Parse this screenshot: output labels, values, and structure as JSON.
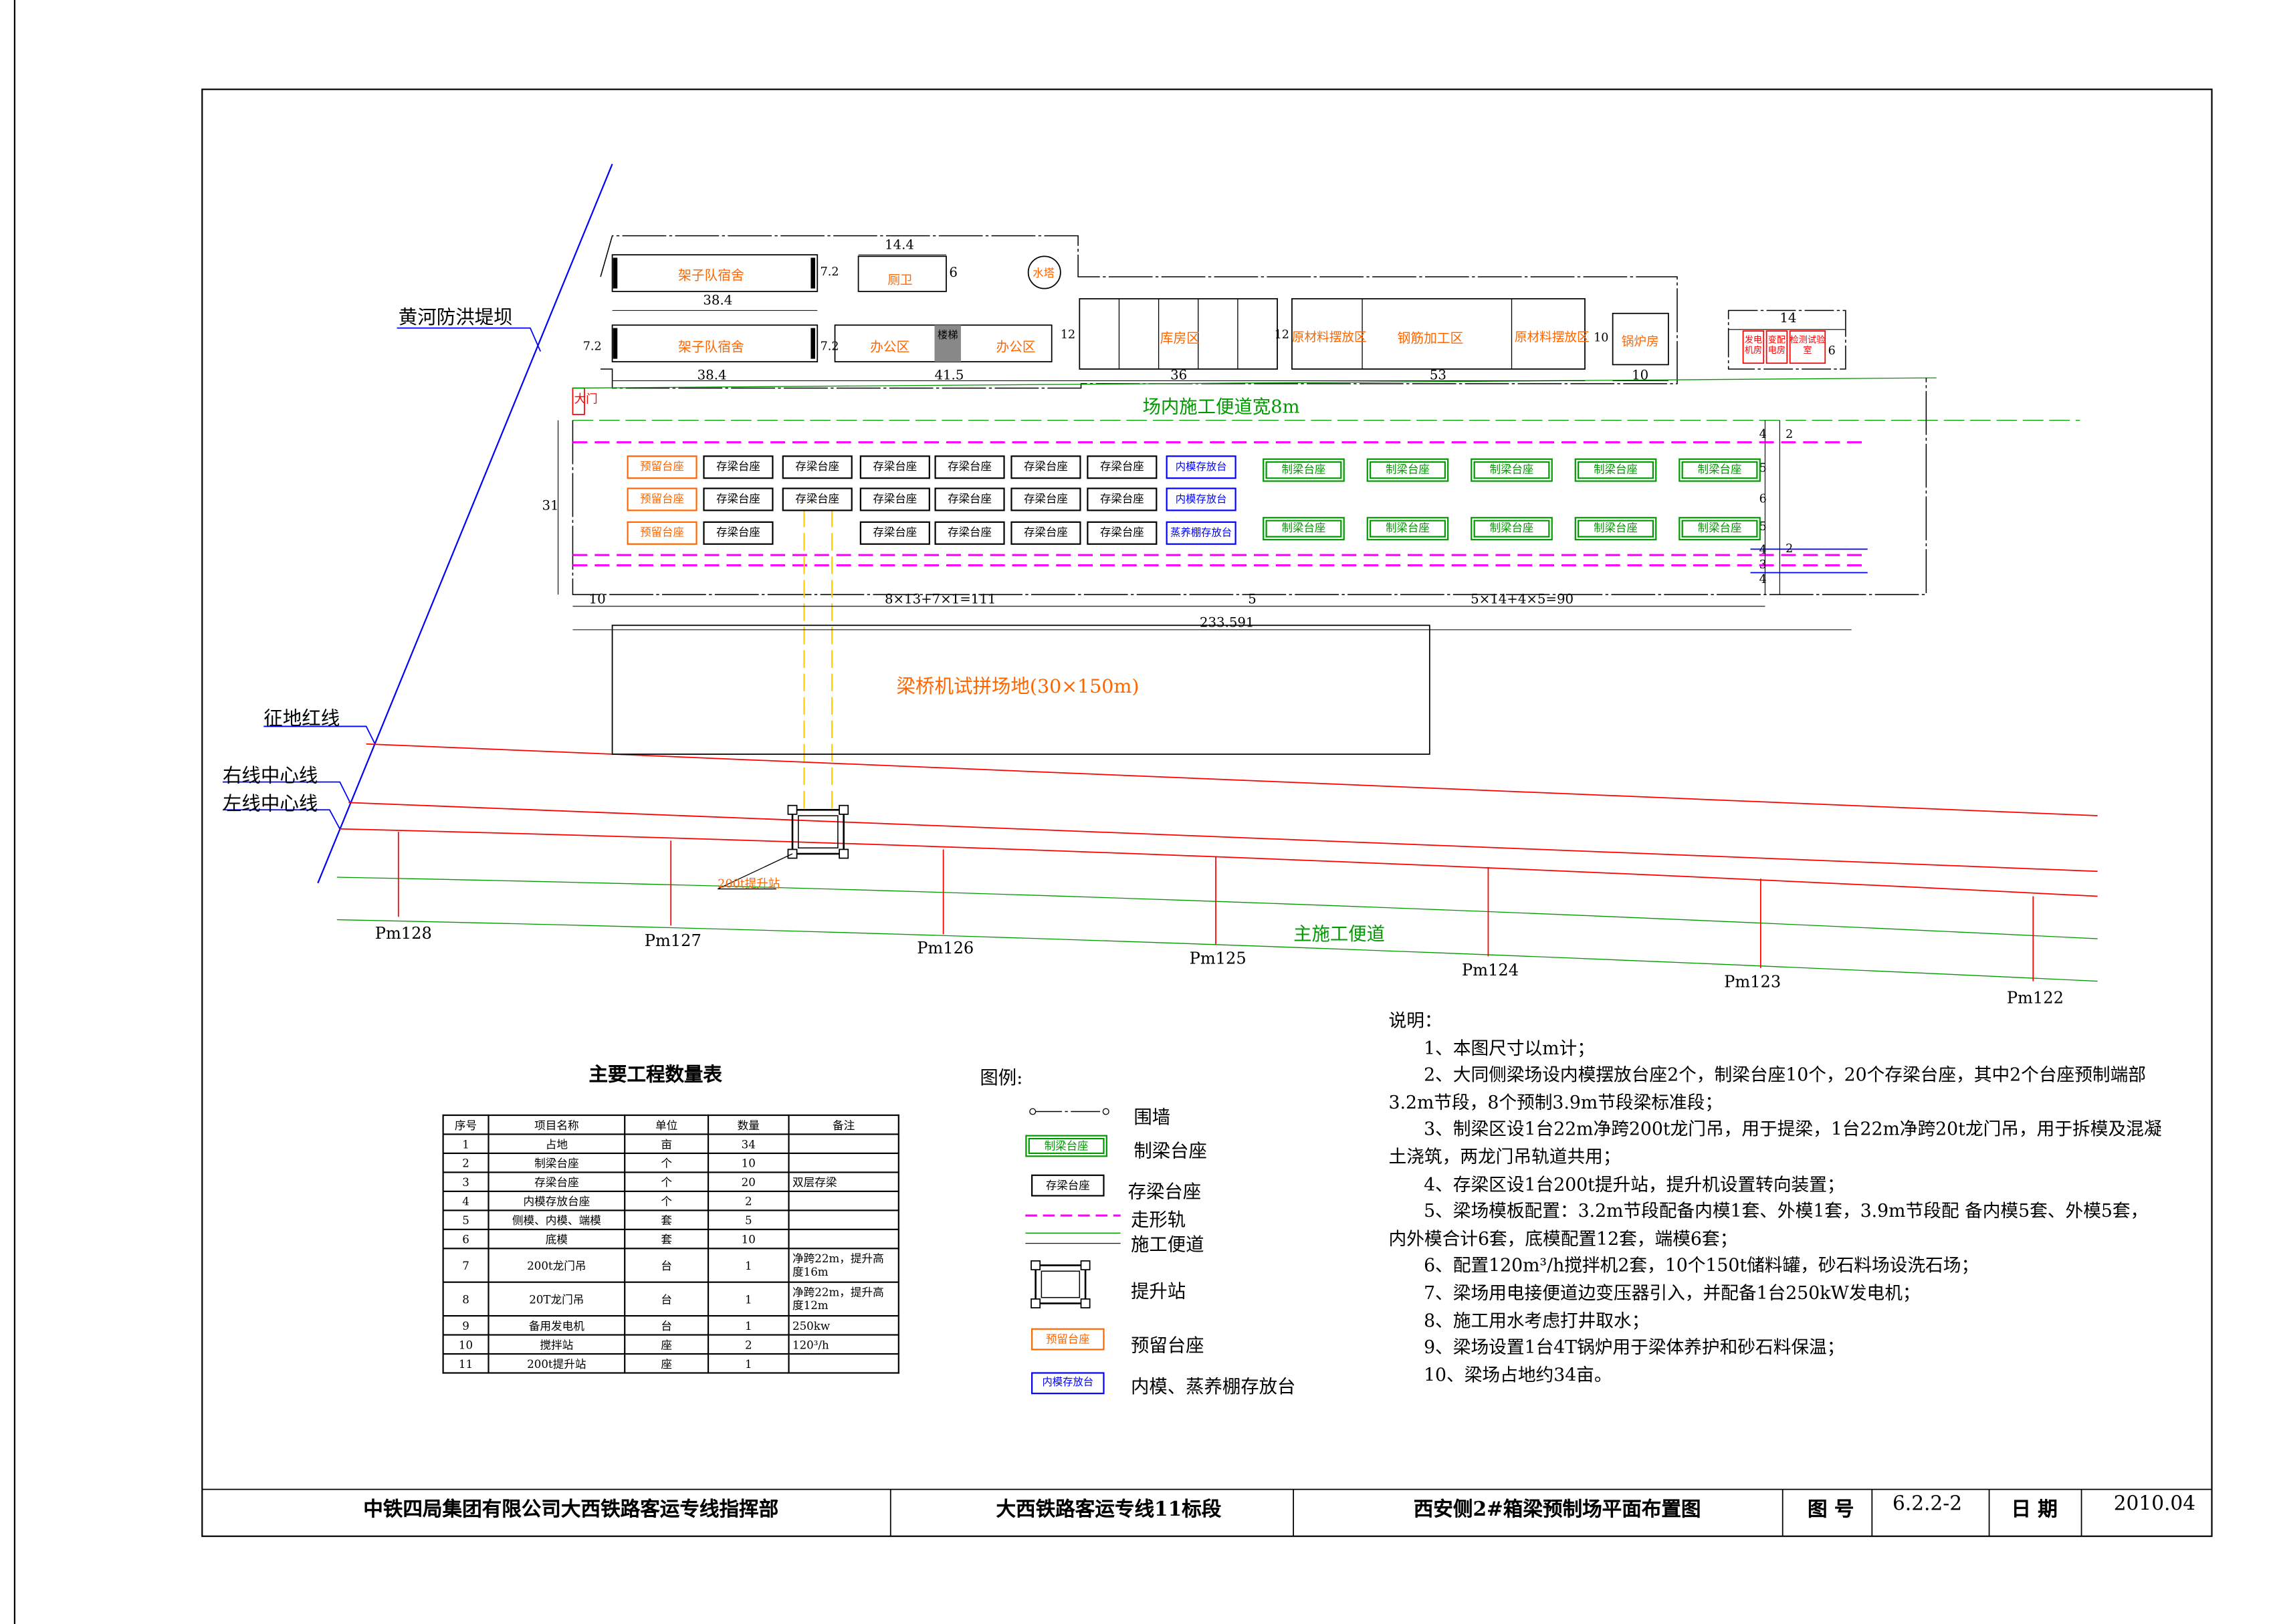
{
  "labels": {
    "yellow_river_dike": "黄河防洪堤坝",
    "land_red_line": "征地红线",
    "right_centerline": "右线中心线",
    "left_centerline": "左线中心线",
    "gate": "大门",
    "site_road": "场内施工便道宽8m",
    "main_road": "主施工便道",
    "test_field": "梁桥机试拼场地(30×150m)",
    "lift_station": "200t提升站",
    "dorm1": "架子队宿舍",
    "dorm2": "架子队宿舍",
    "toilet": "厕卫",
    "water_tower": "水塔",
    "office1": "办公区",
    "office2": "办公区",
    "stairs": "楼梯",
    "warehouse": "库房区",
    "raw1": "原材料摆放区",
    "rebar": "钢筋加工区",
    "raw2": "原材料摆放区",
    "boiler": "锅炉房",
    "gen_room": "发电机房",
    "transformer": "变配电房",
    "lab": "检测试验室"
  },
  "dimensions": {
    "d14_4": "14.4",
    "d6a": "6",
    "d7_2a": "7.2",
    "d38_4a": "38.4",
    "d7_2b": "7.2",
    "d7_2c": "7.2",
    "d38_4b": "38.4",
    "d41_5": "41.5",
    "d12a": "12",
    "d36": "36",
    "d12b": "12",
    "d53": "53",
    "d10a": "10",
    "d10b": "10",
    "d14": "14",
    "d6b": "6",
    "d31": "31",
    "d10c": "10",
    "d8x13": "8×13+7×1=111",
    "d5": "5",
    "d5x14": "5×14+4×5=90",
    "d233": "233.591",
    "r4": "4",
    "r2a": "2",
    "r5a": "5",
    "r6": "6",
    "r5b": "5",
    "r2b": "2",
    "r4b": "4",
    "r3": "3",
    "r4c": "4"
  },
  "piers": [
    "Pm128",
    "Pm127",
    "Pm126",
    "Pm125",
    "Pm124",
    "Pm123",
    "Pm122"
  ],
  "yard": {
    "reserve": "预留台座",
    "storage": "存梁台座",
    "making": "制梁台座",
    "inner_storage": "内模存放台",
    "steam_storage": "蒸养棚存放台"
  },
  "legend": {
    "title": "图例:",
    "wall": "围墙",
    "making_box": "制梁台座",
    "making": "制梁台座",
    "storage_box": "存梁台座",
    "storage": "存梁台座",
    "rail": "走形轨",
    "road": "施工便道",
    "lift": "提升站",
    "reserve_box": "预留台座",
    "reserve": "预留台座",
    "inner_box": "内模存放台",
    "inner": "内模、蒸养棚存放台"
  },
  "quantity_table": {
    "title": "主要工程数量表",
    "headers": [
      "序号",
      "项目名称",
      "单位",
      "数量",
      "备注"
    ],
    "rows": [
      [
        "1",
        "占地",
        "亩",
        "34",
        ""
      ],
      [
        "2",
        "制梁台座",
        "个",
        "10",
        ""
      ],
      [
        "3",
        "存梁台座",
        "个",
        "20",
        "双层存梁"
      ],
      [
        "4",
        "内模存放台座",
        "个",
        "2",
        ""
      ],
      [
        "5",
        "侧模、内模、端模",
        "套",
        "5",
        ""
      ],
      [
        "6",
        "底模",
        "套",
        "10",
        ""
      ],
      [
        "7",
        "200t龙门吊",
        "台",
        "1",
        "净跨22m，提升高度16m"
      ],
      [
        "8",
        "20T龙门吊",
        "台",
        "1",
        "净跨22m，提升高度12m"
      ],
      [
        "9",
        "备用发电机",
        "台",
        "1",
        "250kw"
      ],
      [
        "10",
        "搅拌站",
        "座",
        "2",
        "120³/h"
      ],
      [
        "11",
        "200t提升站",
        "座",
        "1",
        ""
      ]
    ]
  },
  "notes": {
    "heading": "说明：",
    "items": [
      "1、本图尺寸以m计；",
      "2、大同侧梁场设内模摆放台座2个，制梁台座10个，20个存梁台座，其中2个台座预制端部3.2m节段，8个预制3.9m节段梁标准段；",
      "3、制梁区设1台22m净跨200t龙门吊，用于提梁，1台22m净跨20t龙门吊，用于拆模及混凝土浇筑，两龙门吊轨道共用；",
      "4、存梁区设1台200t提升站，提升机设置转向装置；",
      "5、梁场模板配置：3.2m节段配备内模1套、外模1套，3.9m节段配 备内模5套、外模5套，内外模合计6套，底模配置12套，端模6套；",
      "6、配置120m³/h搅拌机2套，10个150t储料罐，砂石料场设洗石场；",
      "7、梁场用电接便道边变压器引入，并配备1台250kW发电机；",
      "8、施工用水考虑打井取水；",
      "9、梁场设置1台4T锅炉用于梁体养护和砂石料保温；",
      "10、梁场占地约34亩。"
    ]
  },
  "title_block": {
    "company": "中铁四局集团有限公司大西铁路客运专线指挥部",
    "project": "大西铁路客运专线11标段",
    "drawing": "西安侧2#箱梁预制场平面布置图",
    "fig_label": "图  号",
    "fig_no": "6.2.2-2",
    "date_label": "日  期",
    "date": "2010.04"
  }
}
